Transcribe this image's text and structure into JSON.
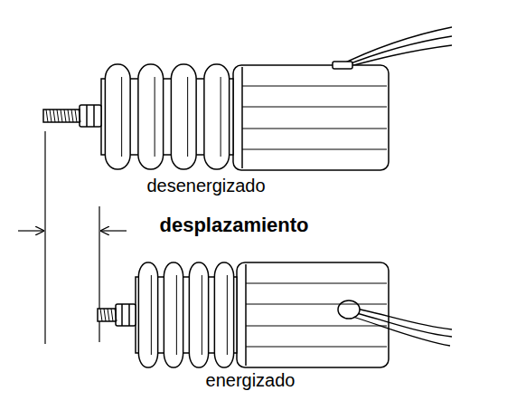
{
  "diagram": {
    "labels": [
      "desenergizado",
      "desplazamiento",
      "energizado"
    ]
  }
}
